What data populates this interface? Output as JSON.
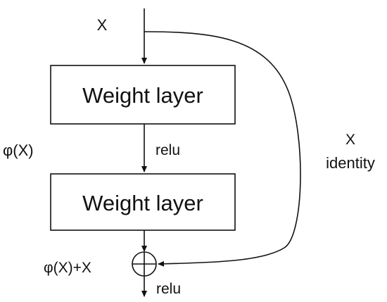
{
  "diagram": {
    "input_label": "X",
    "block1_label": "Weight layer",
    "activation1_label": "relu",
    "block2_label": "Weight layer",
    "residual_label": "φ(X)",
    "sum_label": "φ(X)+X",
    "activation2_label": "relu",
    "skip_label_top": "X",
    "skip_label_bottom": "identity",
    "sum_symbol": "circled-plus-icon",
    "stroke_color": "#111111",
    "background_color": "#ffffff"
  }
}
